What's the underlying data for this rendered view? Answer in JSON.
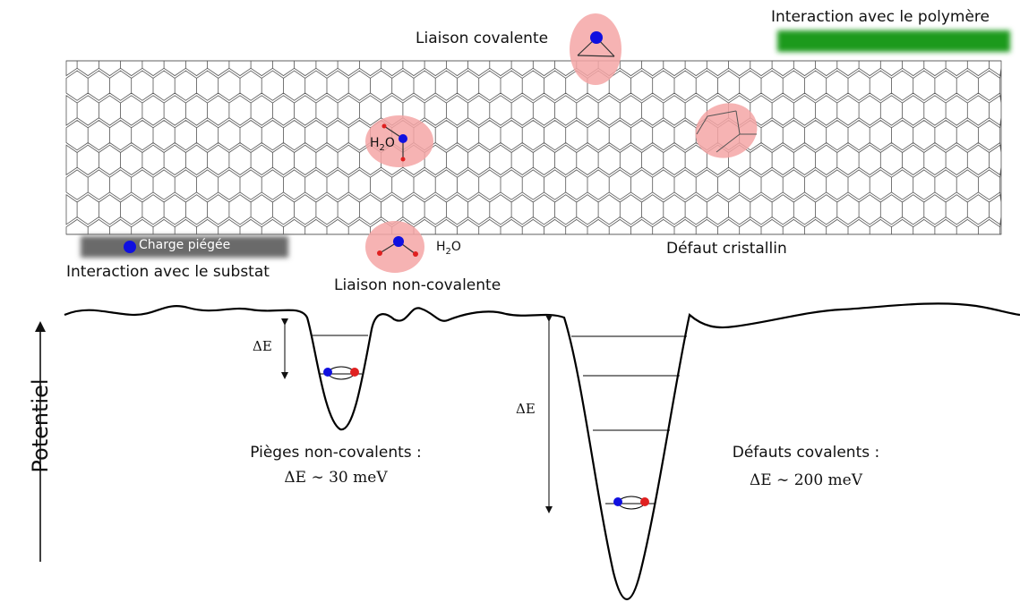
{
  "labels": {
    "covalent_bond": "Liaison covalente",
    "polymer_interaction": "Interaction avec le polymère",
    "trapped_charge": "Charge piégée",
    "substrate_interaction": "Interaction avec le substat",
    "non_covalent_bond": "Liaison non-covalente",
    "crystal_defect": "Défaut cristallin",
    "water_top": "H2O",
    "water_bottom": "H2O",
    "potential_axis": "Potentiel",
    "deltaE_left": "ΔE",
    "deltaE_right": "ΔE",
    "noncovalent_traps_title": "Pièges non-covalents :",
    "noncovalent_traps_energy": "ΔE ∼ 30 meV",
    "covalent_defects_title": "Défauts covalents :",
    "covalent_defects_energy": "ΔE ∼ 200 meV"
  },
  "colors": {
    "highlight": "#f4a6a6",
    "electron": "#1010e0",
    "hole": "#e02020",
    "polymer": "#1a9a1a",
    "substrate": "#6b6b6b",
    "lattice": "#555555"
  }
}
